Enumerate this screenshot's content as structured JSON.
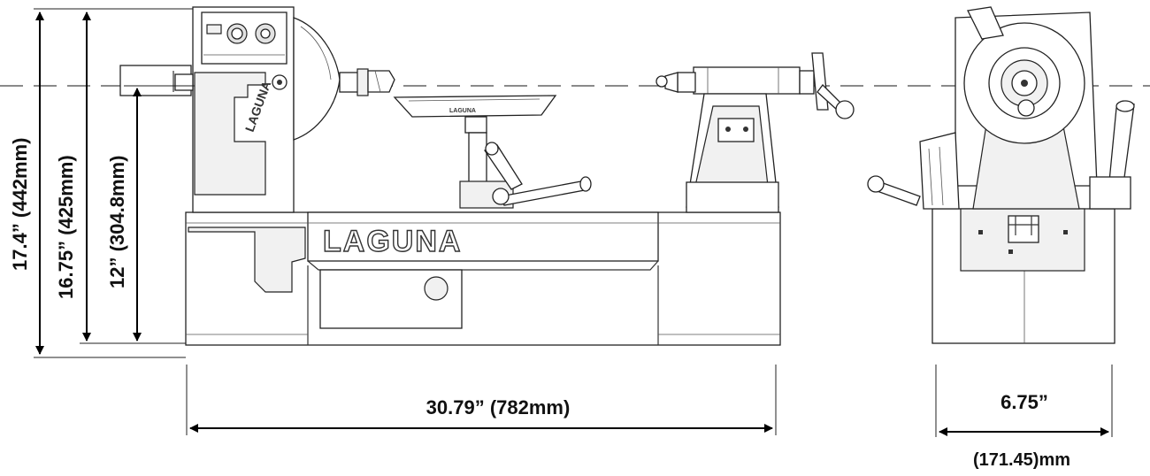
{
  "brand": {
    "logo_text": "LAGUNA",
    "tool_rest_mark": "LAGUNA",
    "headstock_mark": "LAGUNA"
  },
  "dimensions": {
    "height_overall": "17.4” (442mm)",
    "height_motor": "16.75” (425mm)",
    "height_center": "12” (304.8mm)",
    "length": "30.79” (782mm)",
    "width_in": "6.75”",
    "width_mm": "(171.45)mm"
  },
  "colors": {
    "line": "#222222",
    "dimension": "#000000",
    "panel": "#f1f1f1"
  }
}
